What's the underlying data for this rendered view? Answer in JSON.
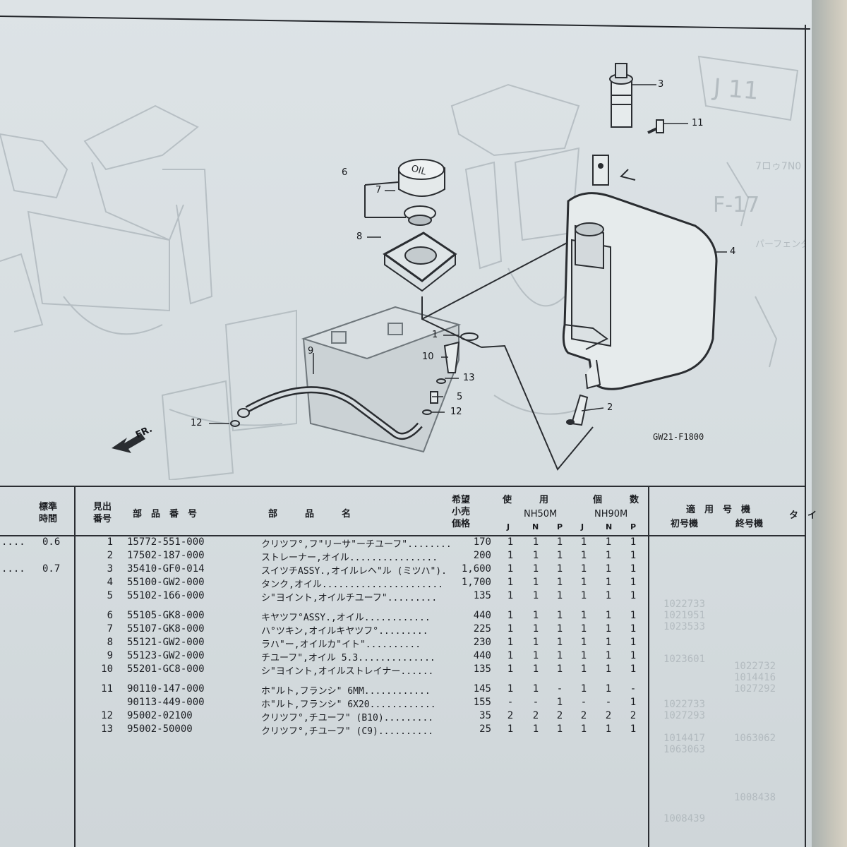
{
  "diagram": {
    "callouts": [
      "3",
      "11",
      "6",
      "7",
      "8",
      "4",
      "1",
      "10",
      "13",
      "5",
      "12",
      "9",
      "2",
      "12"
    ],
    "fr_label": "FR.",
    "code": "GW21-F1800",
    "cap_text": "OIL"
  },
  "table": {
    "headers": {
      "time": "標準\n時間",
      "ref": "見出\n番号",
      "part_no": "部　品　番　号",
      "part_name": "部　　　品　　　名",
      "price": "希望\n小売\n価格",
      "usage": "使　　　用",
      "qty": "個　　　数",
      "model_a": "NH50M",
      "model_b": "NH90M",
      "jnp": [
        "J",
        "N",
        "P",
        "J",
        "N",
        "P"
      ],
      "applicable": "適　用　号　機",
      "first": "初号機",
      "last": "終号機",
      "type": "タ　イ"
    },
    "time_rows": [
      {
        "dots": "....",
        "time": "0.6"
      },
      {
        "dots": "....",
        "time": "0.7"
      }
    ],
    "rows": [
      {
        "ref": "1",
        "part": "15772-551-000",
        "name": "クリツフ°,フ\"リーサ\"ーチユーフ\"........",
        "price": "170",
        "q": [
          "1",
          "1",
          "1",
          "1",
          "1",
          "1"
        ]
      },
      {
        "ref": "2",
        "part": "17502-187-000",
        "name": "ストレーナー,オイル................",
        "price": "200",
        "q": [
          "1",
          "1",
          "1",
          "1",
          "1",
          "1"
        ]
      },
      {
        "ref": "3",
        "part": "35410-GF0-014",
        "name": "スイツチASSY.,オイルレヘ\"ル (ミツハ\").",
        "price": "1,600",
        "q": [
          "1",
          "1",
          "1",
          "1",
          "1",
          "1"
        ]
      },
      {
        "ref": "4",
        "part": "55100-GW2-000",
        "name": "タンク,オイル......................",
        "price": "1,700",
        "q": [
          "1",
          "1",
          "1",
          "1",
          "1",
          "1"
        ]
      },
      {
        "ref": "5",
        "part": "55102-166-000",
        "name": "シ\"ヨイント,オイルチユーフ\".........",
        "price": "135",
        "q": [
          "1",
          "1",
          "1",
          "1",
          "1",
          "1"
        ]
      },
      {
        "ref": "6",
        "part": "55105-GK8-000",
        "name": "キヤツフ°ASSY.,オイル............",
        "price": "440",
        "q": [
          "1",
          "1",
          "1",
          "1",
          "1",
          "1"
        ]
      },
      {
        "ref": "7",
        "part": "55107-GK8-000",
        "name": "ハ°ツキン,オイルキヤツフ°.........",
        "price": "225",
        "q": [
          "1",
          "1",
          "1",
          "1",
          "1",
          "1"
        ]
      },
      {
        "ref": "8",
        "part": "55121-GW2-000",
        "name": "ラハ\"ー,オイルカ\"イト\"..........",
        "price": "230",
        "q": [
          "1",
          "1",
          "1",
          "1",
          "1",
          "1"
        ]
      },
      {
        "ref": "9",
        "part": "55123-GW2-000",
        "name": "チユーフ\",オイル 5.3..............",
        "price": "440",
        "q": [
          "1",
          "1",
          "1",
          "1",
          "1",
          "1"
        ]
      },
      {
        "ref": "10",
        "part": "55201-GC8-000",
        "name": "シ\"ヨイント,オイルストレイナー......",
        "price": "135",
        "q": [
          "1",
          "1",
          "1",
          "1",
          "1",
          "1"
        ]
      },
      {
        "ref": "11",
        "part": "90110-147-000",
        "name": "ホ\"ルト,フランシ\" 6MM............",
        "price": "145",
        "q": [
          "1",
          "1",
          "-",
          "1",
          "1",
          "-"
        ]
      },
      {
        "ref": "",
        "part": "90113-449-000",
        "name": "ホ\"ルト,フランシ\" 6X20............",
        "price": "155",
        "q": [
          "-",
          "-",
          "1",
          "-",
          "-",
          "1"
        ]
      },
      {
        "ref": "12",
        "part": "95002-02100",
        "name": "クリツフ°,チユーフ\" (B10).........",
        "price": "35",
        "q": [
          "2",
          "2",
          "2",
          "2",
          "2",
          "2"
        ]
      },
      {
        "ref": "13",
        "part": "95002-50000",
        "name": "クリツフ°,チユーフ\" (C9)..........",
        "price": "25",
        "q": [
          "1",
          "1",
          "1",
          "1",
          "1",
          "1"
        ]
      }
    ]
  }
}
